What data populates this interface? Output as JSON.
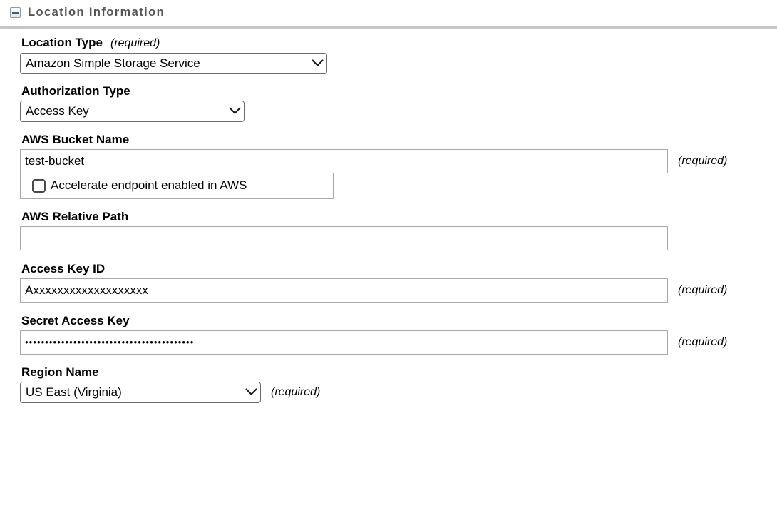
{
  "section": {
    "title": "Location Information",
    "collapse_icon": "collapse-minus-box-icon"
  },
  "fields": {
    "location_type": {
      "label": "Location Type",
      "required_note": "(required)",
      "value": "Amazon Simple Storage Service",
      "chevron_icon": "chevron-down-icon"
    },
    "authorization_type": {
      "label": "Authorization Type",
      "value": "Access Key",
      "chevron_icon": "chevron-down-icon"
    },
    "aws_bucket_name": {
      "label": "AWS Bucket Name",
      "value": "test-bucket",
      "placeholder": "",
      "required_note": "(required)",
      "accelerate_checkbox": {
        "label": "Accelerate endpoint enabled in AWS",
        "checked": false
      }
    },
    "aws_relative_path": {
      "label": "AWS Relative Path",
      "value": "",
      "placeholder": ""
    },
    "access_key_id": {
      "label": "Access Key ID",
      "value": "Axxxxxxxxxxxxxxxxxxx",
      "placeholder": "",
      "required_note": "(required)"
    },
    "secret_access_key": {
      "label": "Secret Access Key",
      "value": "••••••••••••••••••••••••••••••••••••••••••",
      "placeholder": "",
      "required_note": "(required)"
    },
    "region_name": {
      "label": "Region Name",
      "value": "US East (Virginia)",
      "required_note": "(required)",
      "chevron_icon": "chevron-down-icon"
    }
  },
  "colors": {
    "title": "#555555",
    "rule": "#c6c6c6",
    "select_border": "#6b6b6b",
    "input_border": "#a9a9a9",
    "icon_border": "#8a9bb0"
  }
}
